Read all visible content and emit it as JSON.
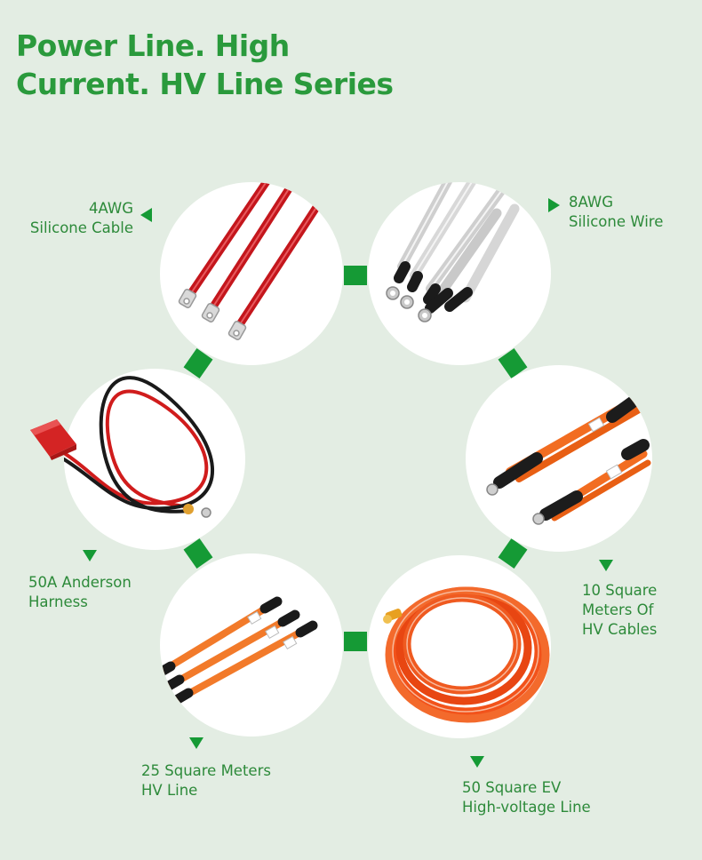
{
  "title": {
    "line1": "Power Line. High",
    "line2": "Current. HV Line Series"
  },
  "colors": {
    "accent": "#159a35",
    "title": "#2a9a3c",
    "label": "#2d8a3a",
    "background": "#e3ede3"
  },
  "products": [
    {
      "id": "4awg",
      "lines": [
        "4AWG",
        "Silicone Cable"
      ],
      "icon": "red-silicone-cable-icon"
    },
    {
      "id": "8awg",
      "lines": [
        "8AWG",
        "Silicone Wire"
      ],
      "icon": "grey-silicone-wire-icon"
    },
    {
      "id": "10sq",
      "lines": [
        "10 Square",
        "Meters Of",
        "HV Cables"
      ],
      "icon": "orange-hv-cable-icon"
    },
    {
      "id": "50sq",
      "lines": [
        "50 Square EV",
        "High-voltage Line"
      ],
      "icon": "coiled-orange-hv-line-icon"
    },
    {
      "id": "25sq",
      "lines": [
        "25 Square Meters",
        "HV Line"
      ],
      "icon": "orange-hv-line-icon"
    },
    {
      "id": "50a",
      "lines": [
        "50A Anderson",
        "Harness"
      ],
      "icon": "anderson-connector-harness-icon"
    }
  ]
}
